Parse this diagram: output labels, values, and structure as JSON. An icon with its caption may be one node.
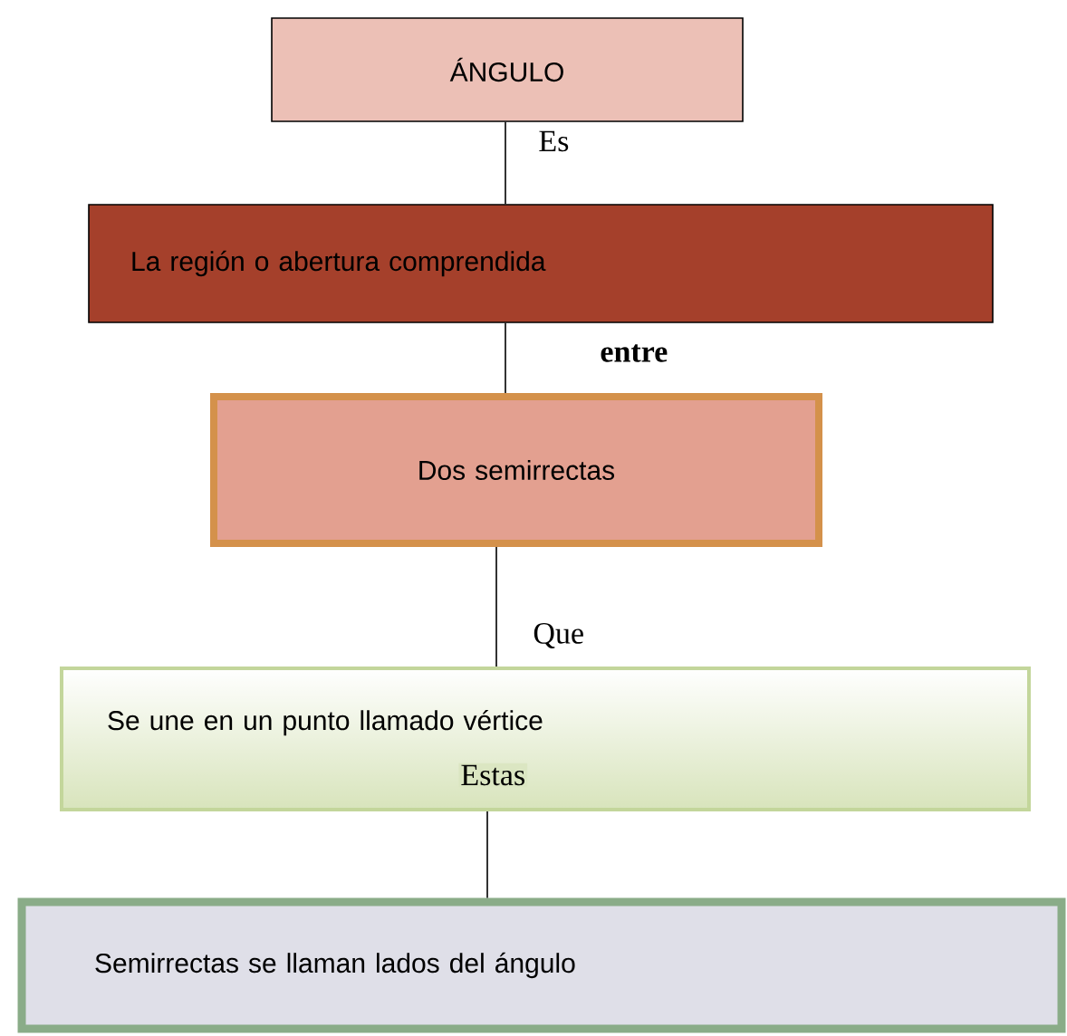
{
  "diagram": {
    "nodes": [
      {
        "text": [
          "ÁNGULO"
        ]
      },
      {
        "text": [
          "La región o abertura comprendida"
        ]
      },
      {
        "text": [
          "Dos semirrectas"
        ]
      },
      {
        "text": [
          "Se une en un punto llamado vértice"
        ]
      },
      {
        "text": [
          "Semirrectas se llaman lados del ángulo"
        ]
      }
    ],
    "edges": [
      {
        "from": 0,
        "to": 1,
        "arrow": "none",
        "label": "Es"
      },
      {
        "from": 1,
        "to": 2,
        "arrow": "none",
        "label": "entre"
      },
      {
        "from": 2,
        "to": 3,
        "arrow": "none",
        "label": "Que"
      },
      {
        "from": 3,
        "to": 4,
        "arrow": "none",
        "label": "Estas"
      }
    ]
  }
}
